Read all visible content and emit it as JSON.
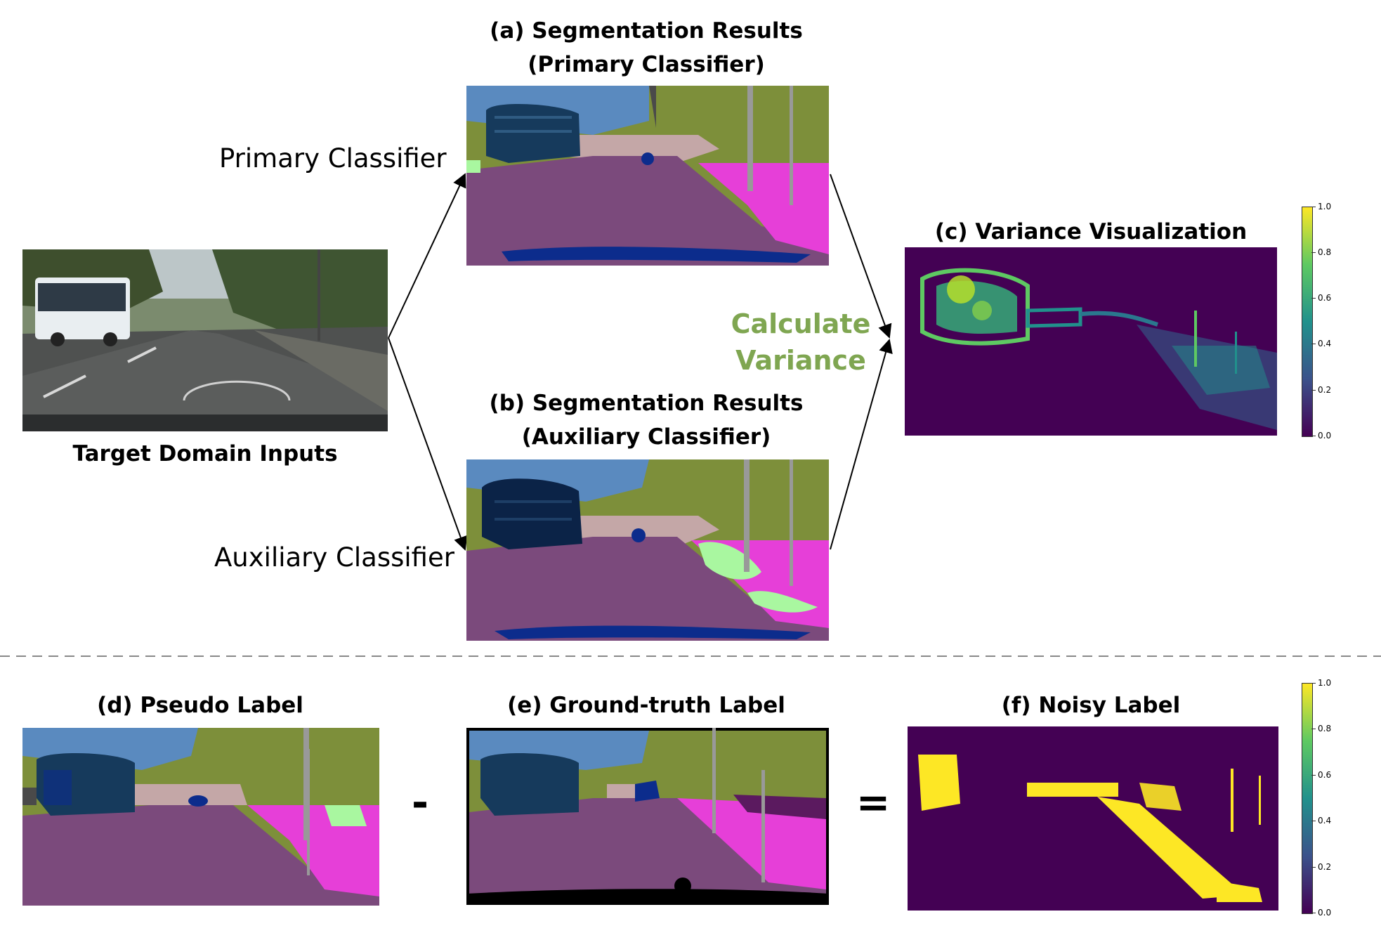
{
  "labels": {
    "target_input": "Target Domain Inputs",
    "primary_branch": "Primary Classifier",
    "auxiliary_branch": "Auxiliary Classifier",
    "calc_line1": "Calculate",
    "calc_line2": "Variance"
  },
  "titles": {
    "a_line1": "(a) Segmentation Results",
    "a_line2": "(Primary Classifier)",
    "b_line1": "(b) Segmentation Results",
    "b_line2": "(Auxiliary Classifier)",
    "c": "(c) Variance Visualization",
    "d": "(d) Pseudo Label",
    "e": "(e) Ground-truth Label",
    "f": "(f) Noisy Label"
  },
  "operators": {
    "minus": "-",
    "equals": "="
  },
  "colorbar": {
    "ticks": [
      "1.0",
      "0.8",
      "0.6",
      "0.4",
      "0.2",
      "0.0"
    ],
    "range": [
      0,
      1
    ]
  },
  "colors": {
    "road": "#7b4a7c",
    "sidewalk": "#e63fd8",
    "vegetation": "#7d8f3a",
    "sky": "#5a8abf",
    "bus": "#163a5c",
    "car": "#0c2c8c",
    "building": "#4a4a4a",
    "wall": "#c4a7a7",
    "terrain": "#a9f7a0",
    "pole": "#999999",
    "viridis_low": "#440154",
    "viridis_high": "#fde725",
    "calc_text": "#7fa651"
  }
}
